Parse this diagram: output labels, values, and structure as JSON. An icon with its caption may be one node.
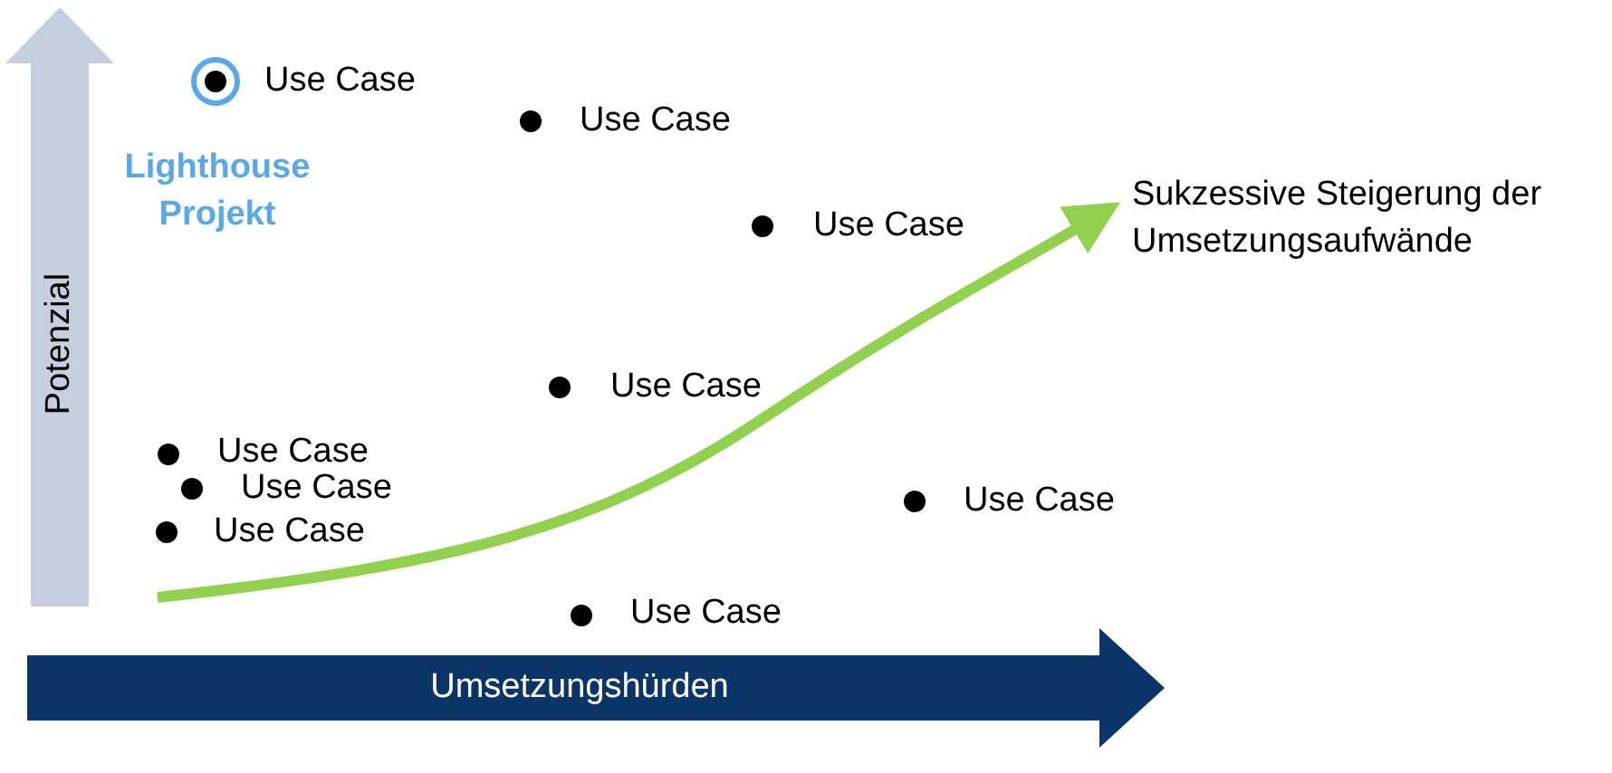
{
  "diagram": {
    "labels": [
      "Use Case",
      "Use Case",
      "Lighthouse Projekt",
      "Sukzessive Steigerung der Umsetzungsaufwände",
      "Use Case",
      "Potenzial",
      "Use Case",
      "Use Case",
      "Use Case",
      "Use Case",
      "Use Case",
      "Use Case",
      "Umsetzungshürden"
    ]
  }
}
